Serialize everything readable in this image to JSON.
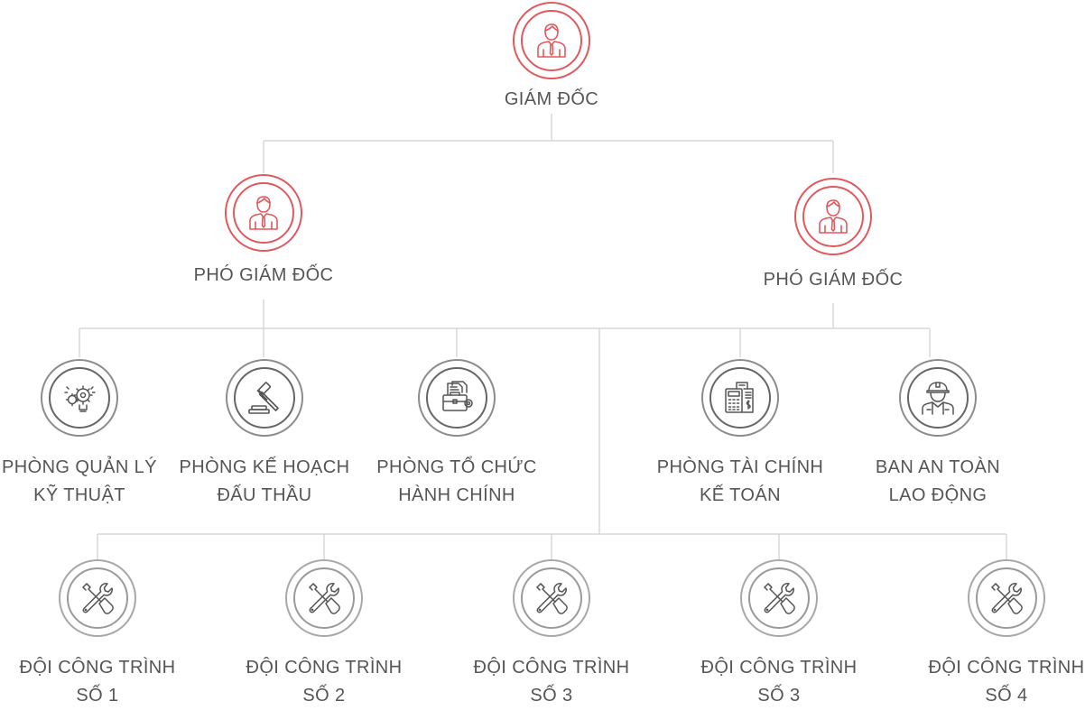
{
  "diagram": {
    "director": {
      "label": "GIÁM ĐỐC",
      "icon": "businessman-icon"
    },
    "deputies": [
      {
        "label": "PHÓ GIÁM ĐỐC",
        "icon": "businessman-icon"
      },
      {
        "label": "PHÓ GIÁM ĐỐC",
        "icon": "businessman-icon"
      }
    ],
    "departments": [
      {
        "lines": [
          "PHÒNG QUẢN LÝ",
          "KỸ THUẬT"
        ],
        "icon": "gear-bulb-icon"
      },
      {
        "lines": [
          "PHÒNG KẾ HOẠCH",
          "ĐẤU THẦU"
        ],
        "icon": "gavel-icon"
      },
      {
        "lines": [
          "PHÒNG TỔ CHỨC",
          "HÀNH CHÍNH"
        ],
        "icon": "briefcase-documents-icon"
      },
      {
        "lines": [
          "PHÒNG TÀI CHÍNH",
          "KẾ TOÁN"
        ],
        "icon": "calculator-invoice-icon"
      },
      {
        "lines": [
          "BAN AN TOÀN",
          "LAO ĐỘNG"
        ],
        "icon": "construction-worker-icon"
      }
    ],
    "teams": [
      {
        "lines": [
          "ĐỘI CÔNG TRÌNH",
          "SỐ 1"
        ],
        "icon": "wrench-screwdriver-icon"
      },
      {
        "lines": [
          "ĐỘI CÔNG TRÌNH",
          "SỐ 2"
        ],
        "icon": "wrench-screwdriver-icon"
      },
      {
        "lines": [
          "ĐỘI CÔNG TRÌNH",
          "SỐ 3"
        ],
        "icon": "wrench-screwdriver-icon"
      },
      {
        "lines": [
          "ĐỘI CÔNG TRÌNH",
          "SỐ 3"
        ],
        "icon": "wrench-screwdriver-icon"
      },
      {
        "lines": [
          "ĐỘI CÔNG TRÌNH",
          "SỐ 4"
        ],
        "icon": "wrench-screwdriver-icon"
      }
    ],
    "colors": {
      "accent": "#e0595f",
      "dark_ring": "#8c8c8c",
      "light_ring": "#a8a8a8",
      "text": "#555555",
      "connector": "#cfcfcf"
    }
  }
}
